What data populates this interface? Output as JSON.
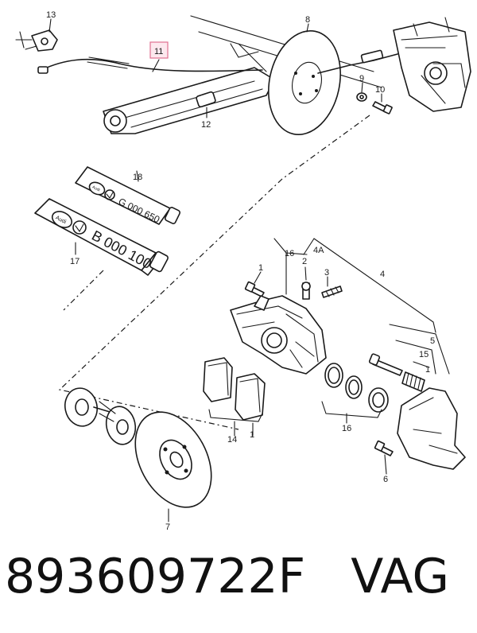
{
  "diagram": {
    "callouts": {
      "c13": "13",
      "c11": "11",
      "c8": "8",
      "c9": "9",
      "c10": "10",
      "c12": "12",
      "c18": "18",
      "c17": "17",
      "c1a": "1",
      "c16a": "16",
      "c2": "2",
      "c3": "3",
      "c4a": "4A",
      "c4": "4",
      "c5": "5",
      "c15": "15",
      "c1b": "1",
      "c16b": "16",
      "c14": "14",
      "c1c": "1",
      "c6": "6",
      "c7": "7"
    },
    "tube_large": {
      "brand": "Audi",
      "code": "B 000 100"
    },
    "tube_small": {
      "brand": "Audi",
      "code": "G 000 650"
    }
  },
  "part_number": "893609722F   VAG"
}
